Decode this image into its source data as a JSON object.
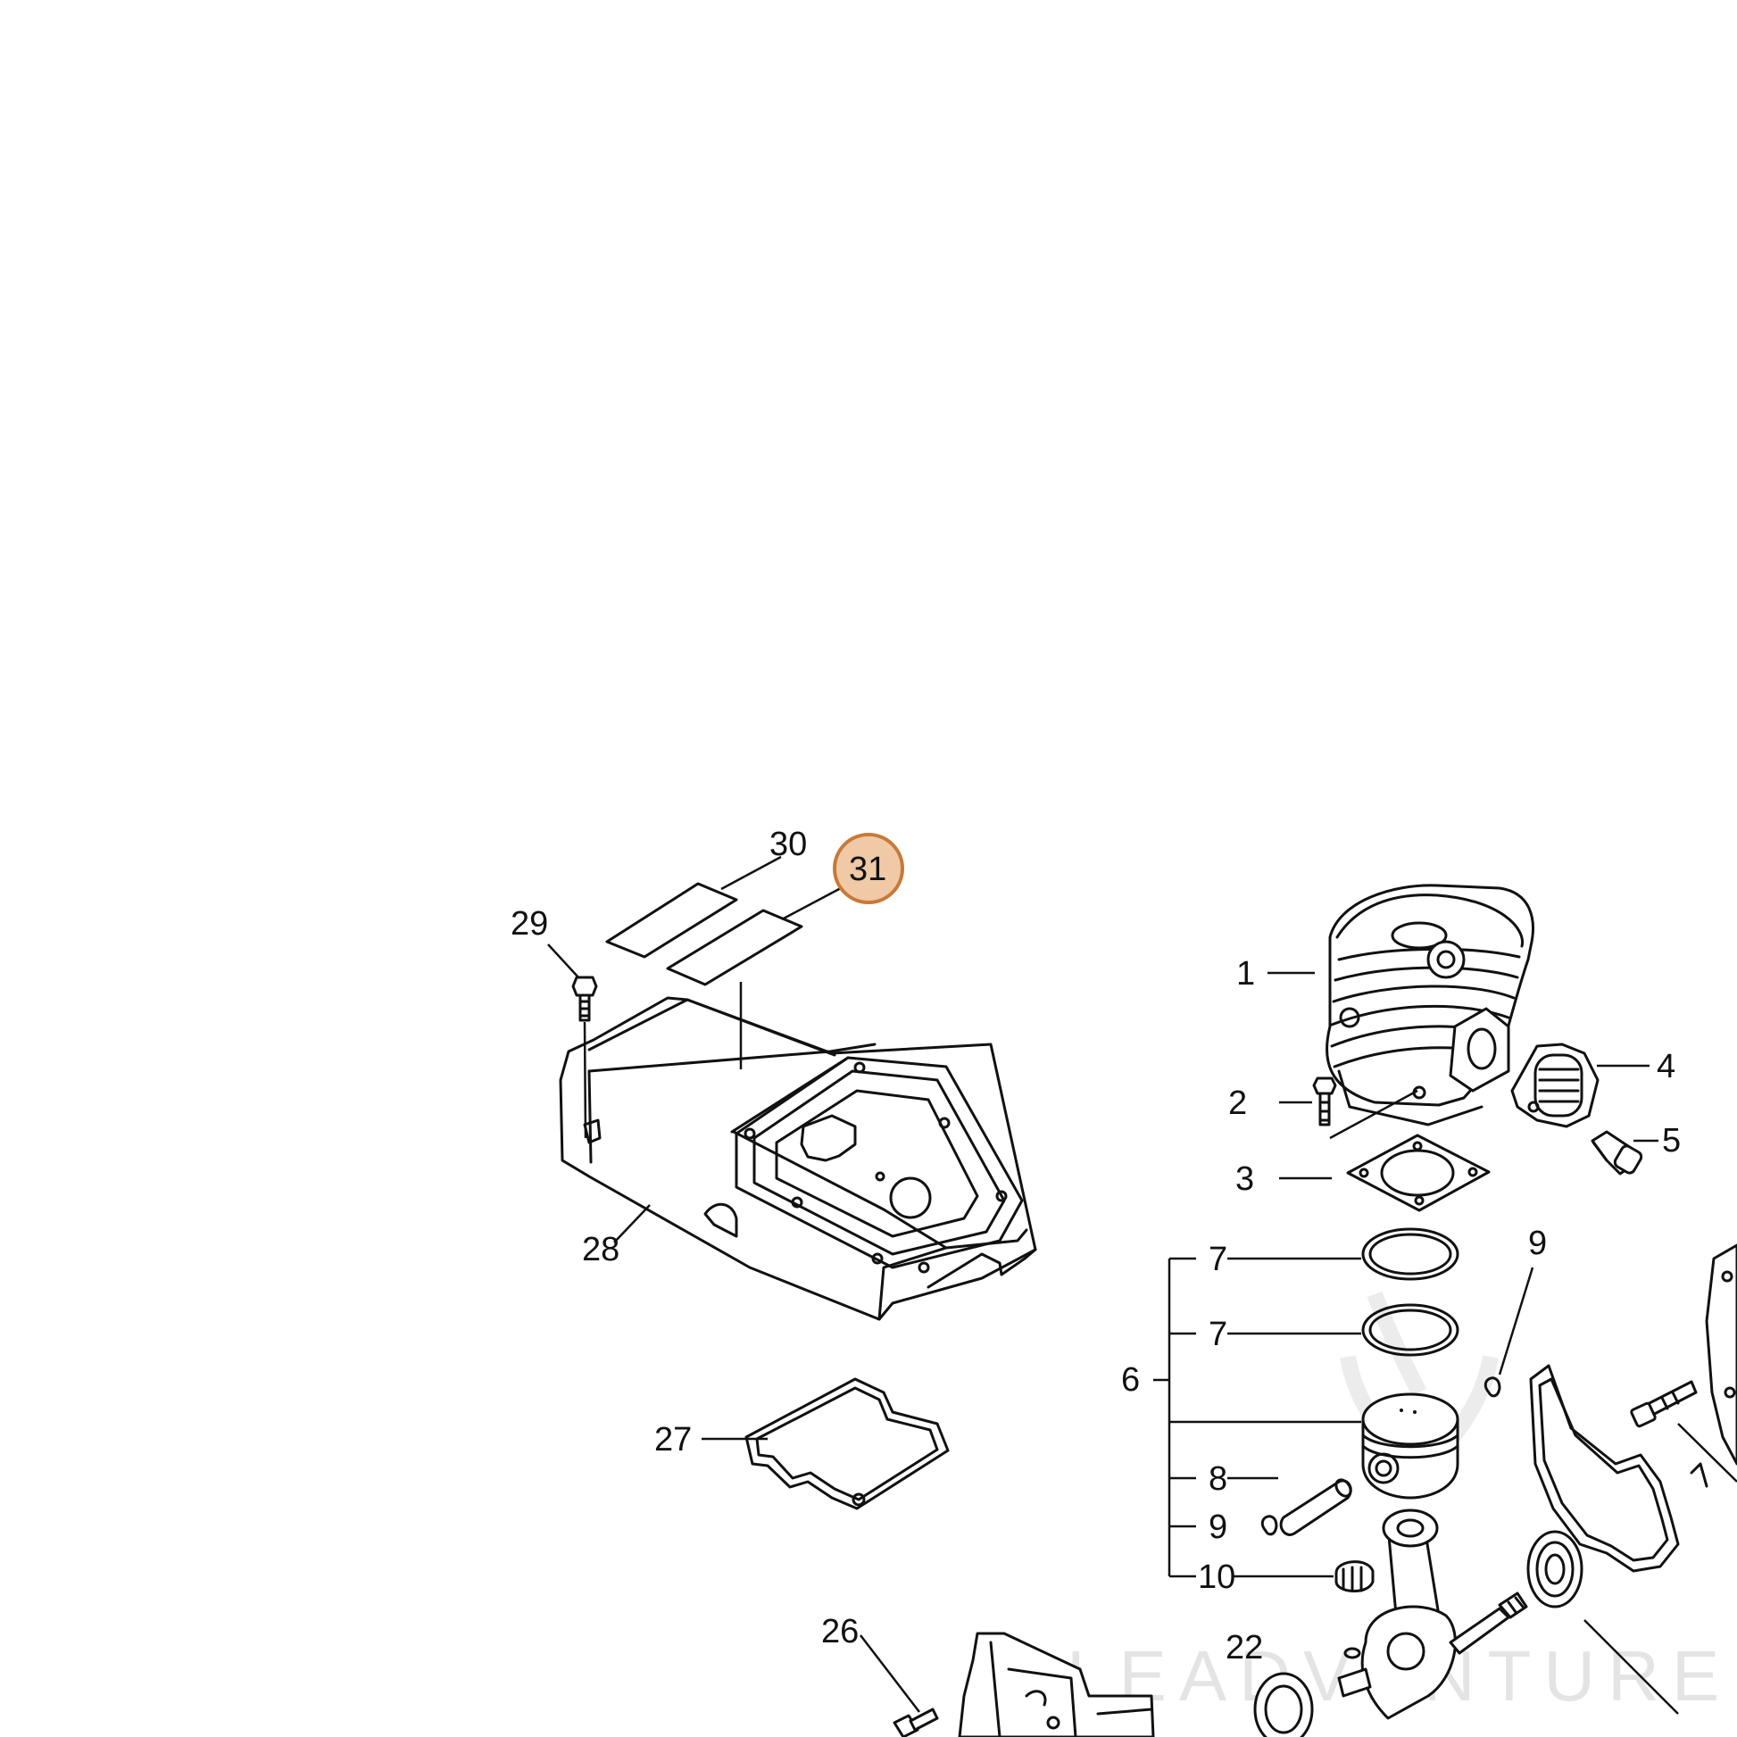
{
  "diagram": {
    "highlighted_callout": "31",
    "callouts": {
      "c1": "1",
      "c2": "2",
      "c3": "3",
      "c4": "4",
      "c5": "5",
      "c6": "6",
      "c7a": "7",
      "c7b": "7",
      "c8": "8",
      "c9a": "9",
      "c9b": "9",
      "c10": "10",
      "c22": "22",
      "c26": "26",
      "c27": "27",
      "c28": "28",
      "c29": "29",
      "c30": "30",
      "c31": "31"
    },
    "watermark_text": "LEADVENTURE",
    "colors": {
      "highlight_fill": "#f0c9a6",
      "highlight_stroke": "#c77a38",
      "line": "#111111"
    }
  }
}
